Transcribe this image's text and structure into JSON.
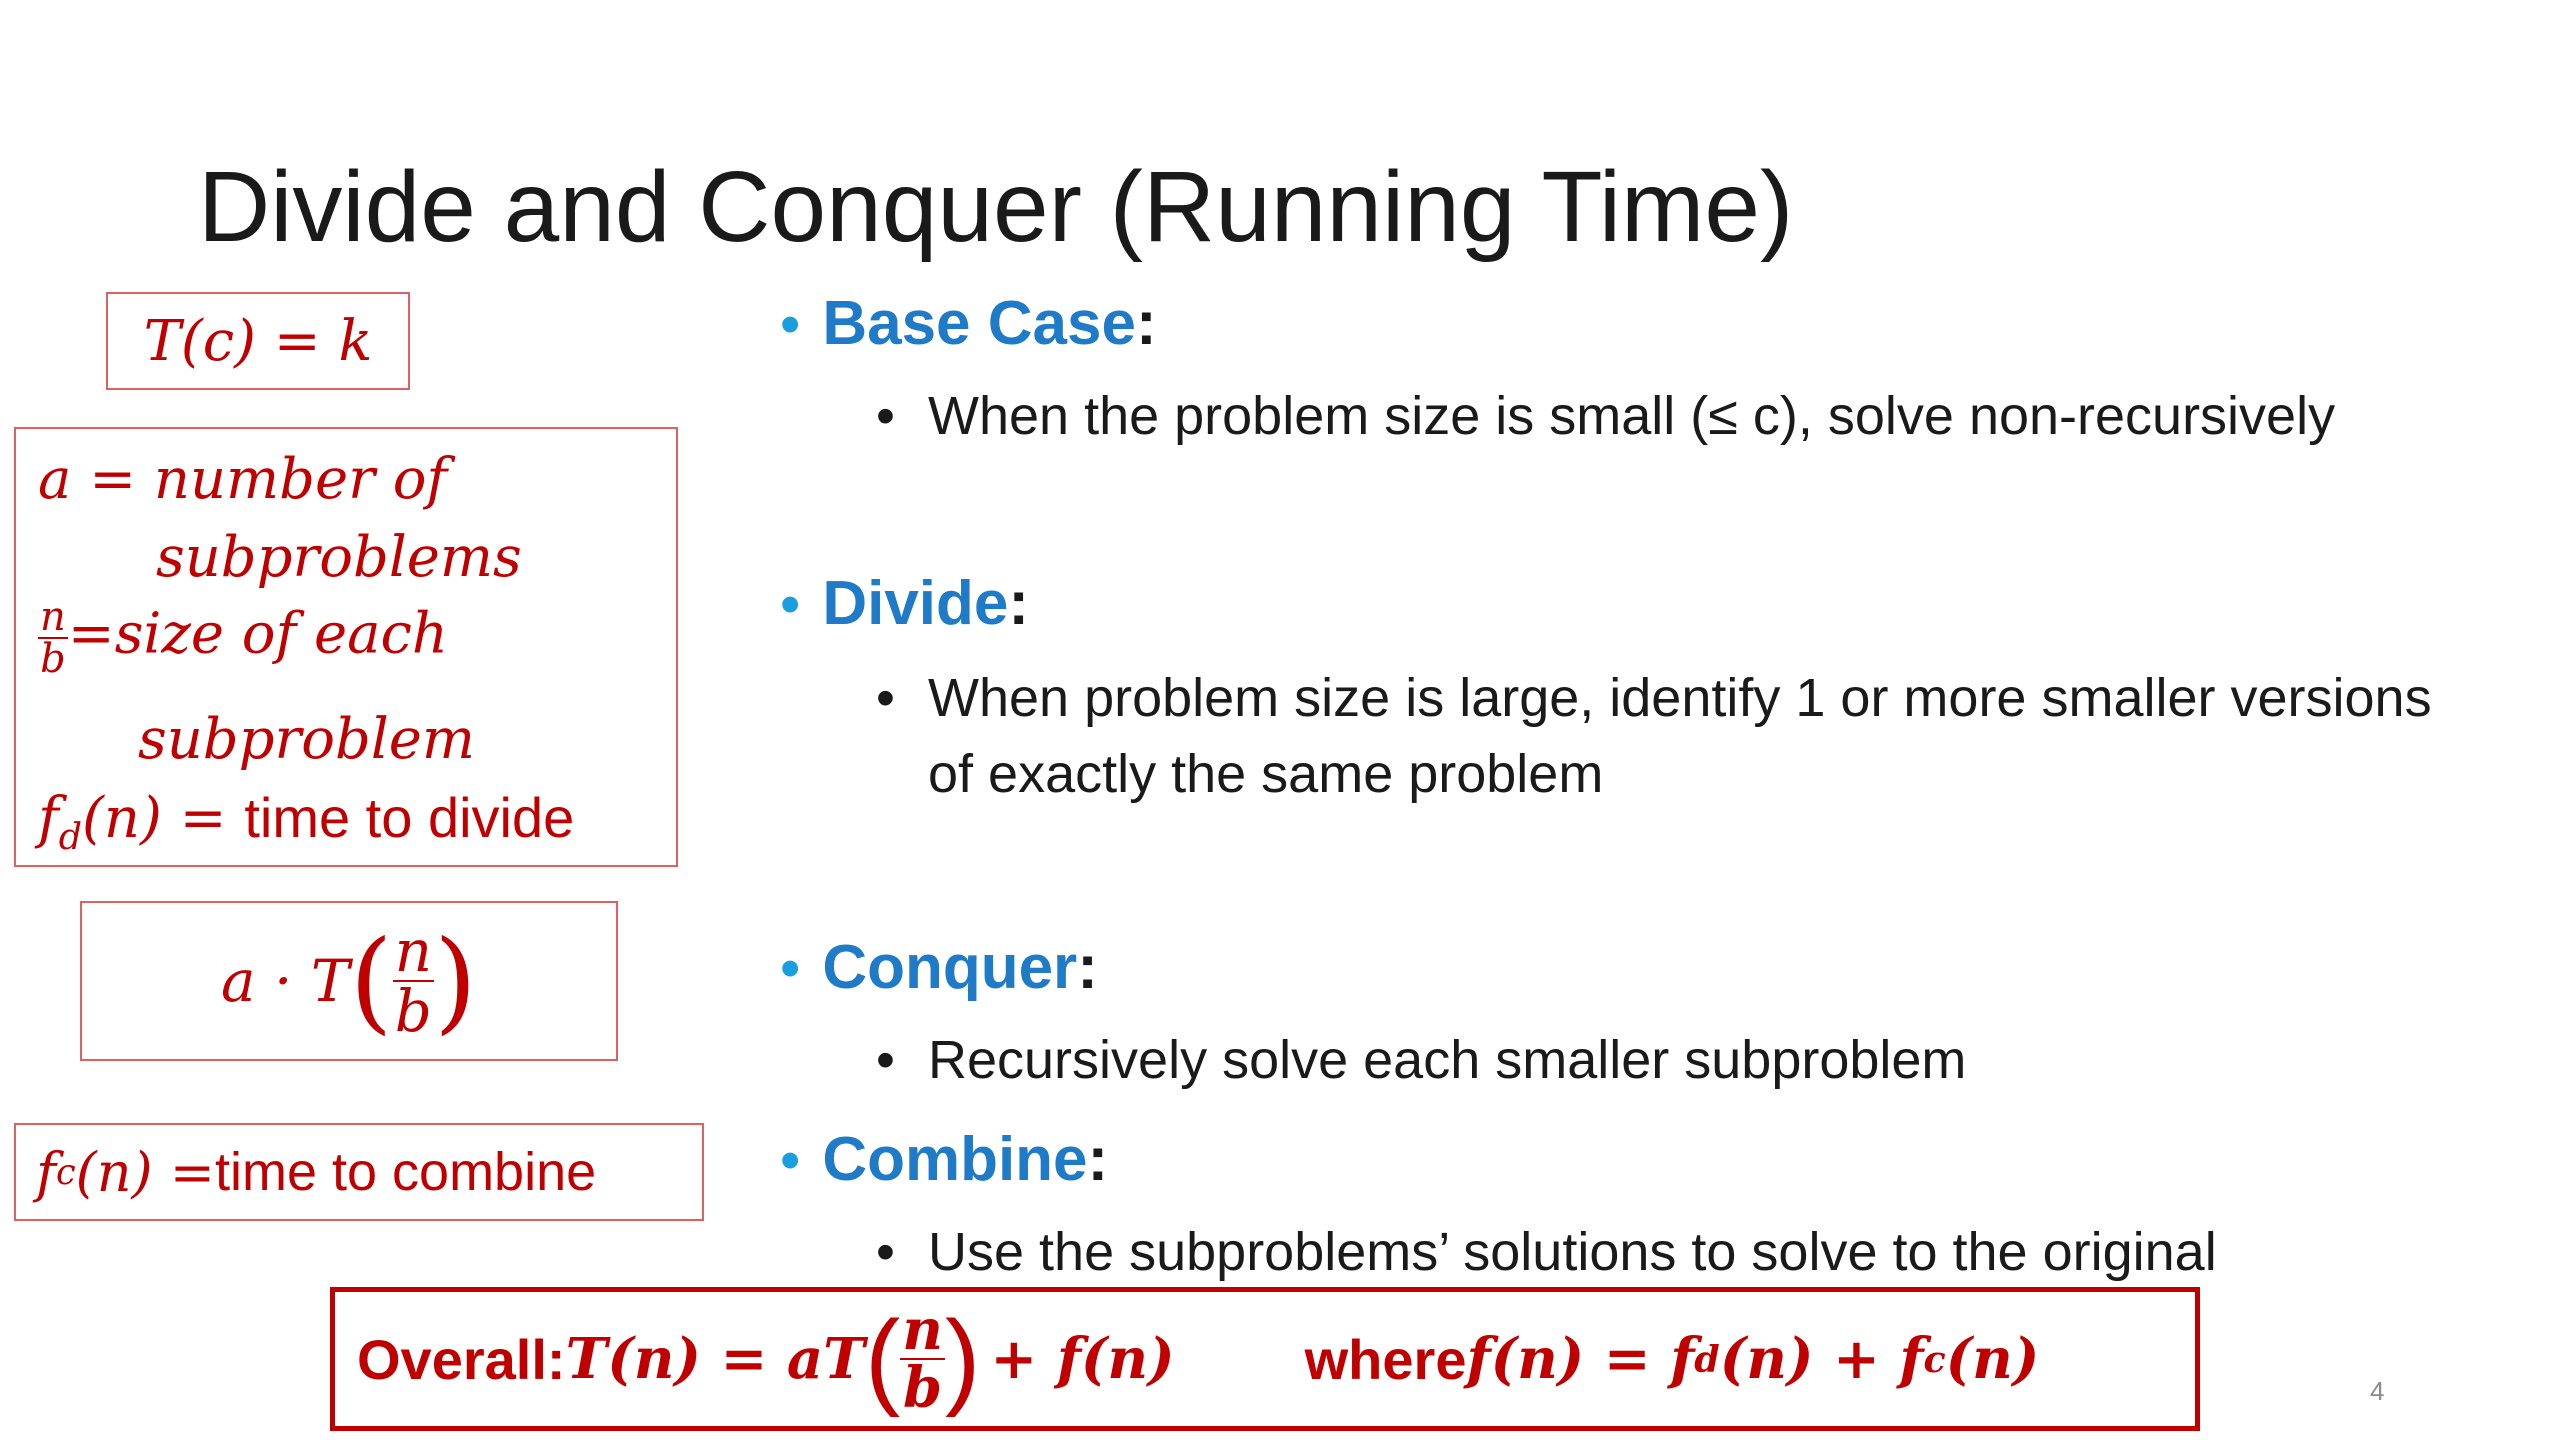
{
  "slide": {
    "title": "Divide and Conquer (Running Time)",
    "page_number": "4"
  },
  "bullets": [
    {
      "heading": "Base Case",
      "sub": [
        "When the problem size is small (≤ c), solve non-recursively"
      ]
    },
    {
      "heading": "Divide",
      "sub": [
        "When problem size is large, identify 1 or more smaller versions of exactly the same problem"
      ]
    },
    {
      "heading": "Conquer",
      "sub": [
        "Recursively solve each smaller subproblem"
      ]
    },
    {
      "heading": "Combine",
      "sub": [
        "Use the subproblems’ solutions to solve to the original"
      ]
    }
  ],
  "annotations": {
    "base": "T(c) = k",
    "defs_a": "a = number of",
    "defs_a2": "subproblems",
    "defs_n_num": "n",
    "defs_n_den": "b",
    "defs_size": "=size of each",
    "defs_size2": "subproblem",
    "defs_fd": "f",
    "defs_fd_sub": "d",
    "defs_fd_rest": "(n) = ",
    "defs_fd_text": "time to divide",
    "conquer_pre": "a · T",
    "conquer_num": "n",
    "conquer_den": "b",
    "combine_f": "f",
    "combine_sub": "c",
    "combine_rest": "(n) =",
    "combine_text": "time to combine"
  },
  "overall": {
    "label": "Overall: ",
    "lhs": "T(n) = aT",
    "num": "n",
    "den": "b",
    "rhs": "+ f(n)",
    "where_label": "where ",
    "where_lhs": "f(n) = f",
    "where_sub1": "d",
    "where_mid": "(n) + f",
    "where_sub2": "c",
    "where_end": "(n)"
  },
  "colors": {
    "accent_blue": "#1f7ac8",
    "bullet_blue": "#1a9ee0",
    "annotation_red": "#c00000"
  }
}
